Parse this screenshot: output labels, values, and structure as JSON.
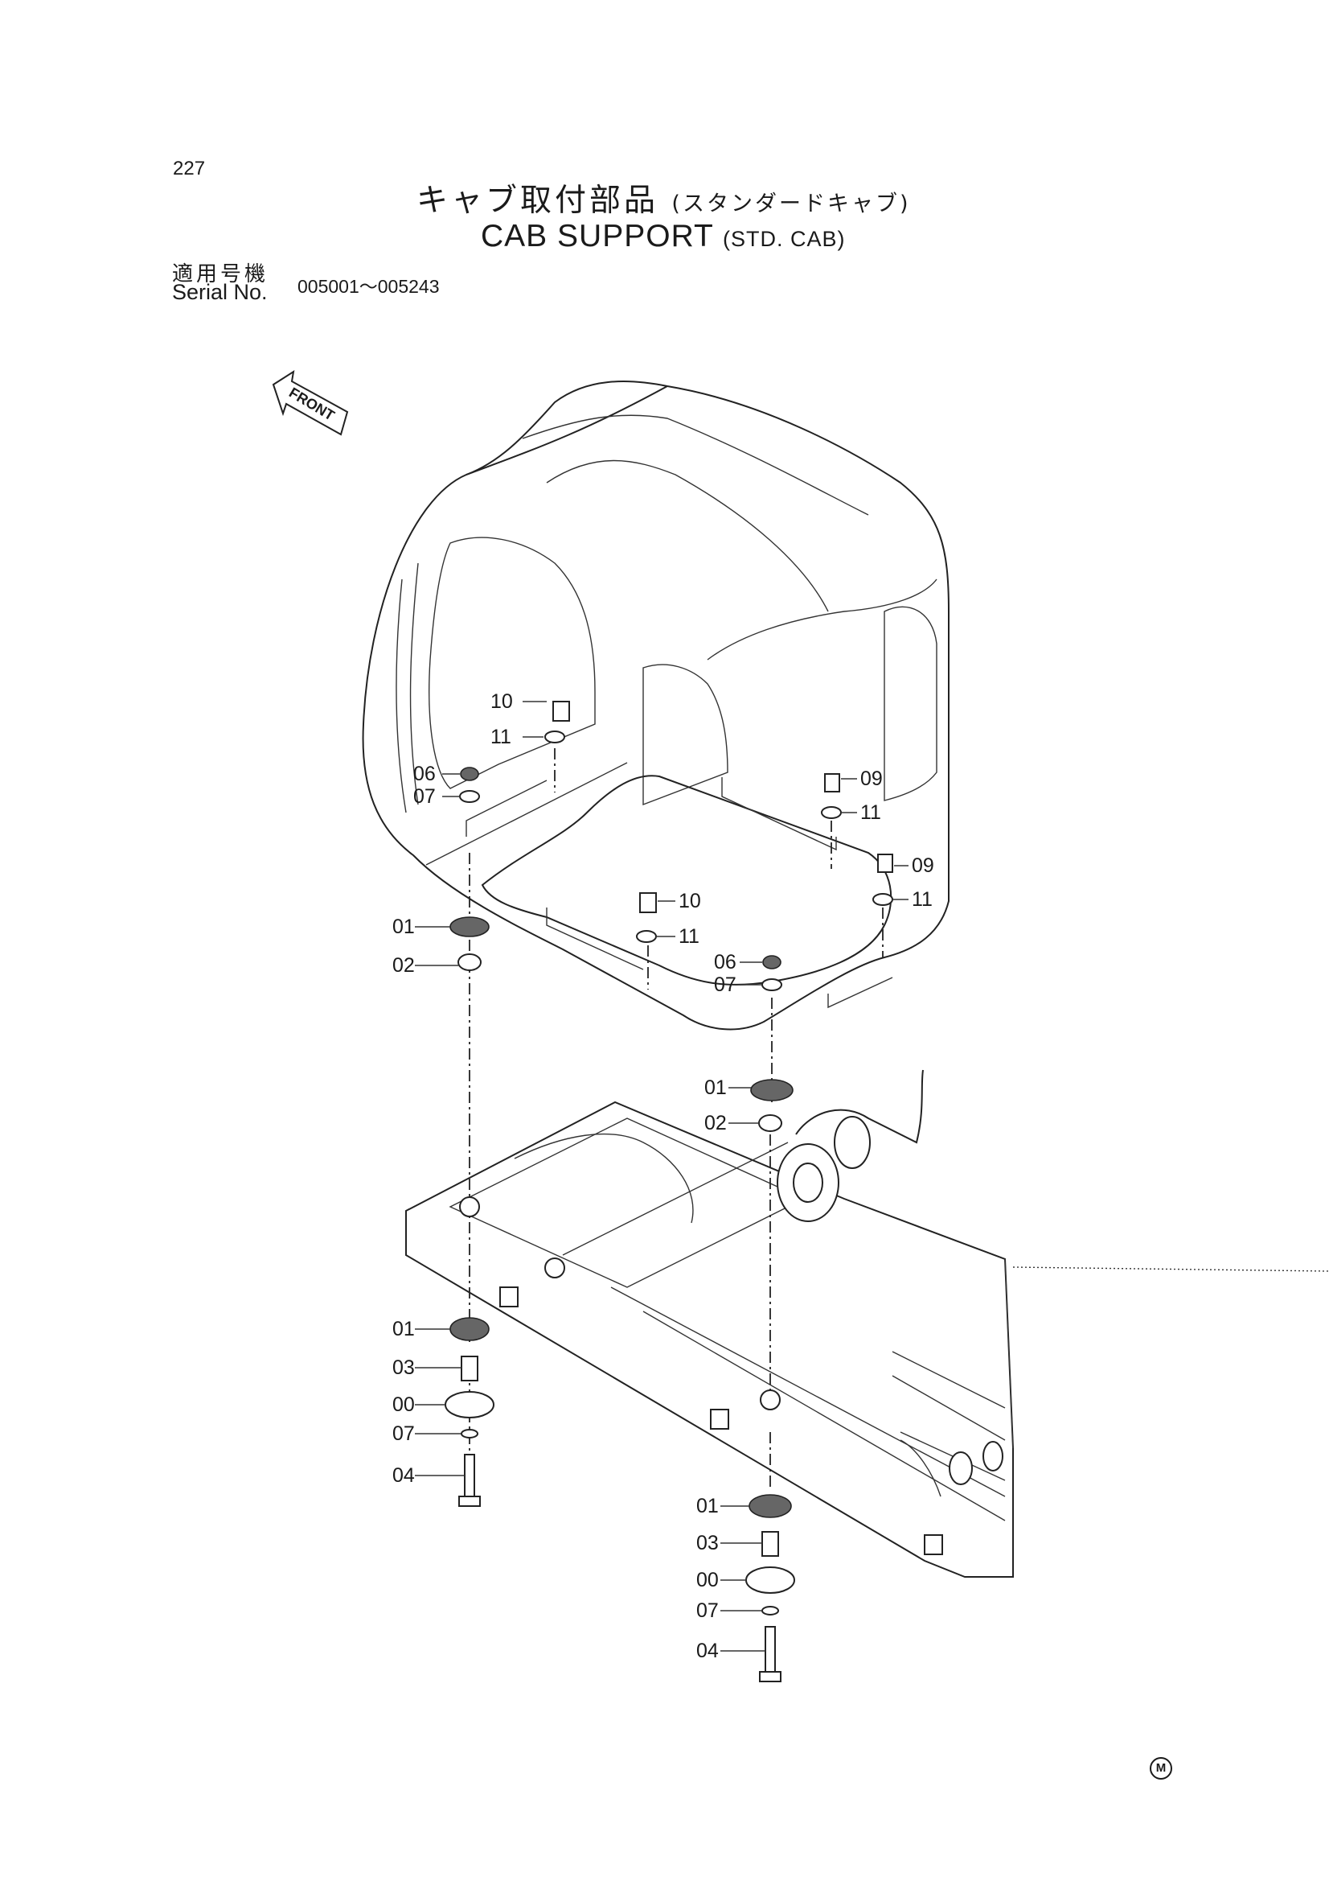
{
  "page_number": "227",
  "title": {
    "jp": "キャブ取付部品",
    "jp_sub": "(スタンダードキャブ)",
    "en": "CAB SUPPORT",
    "en_sub": "(STD. CAB)"
  },
  "serial": {
    "label_jp": "適用号機",
    "label_en": "Serial No.",
    "range": "005001～005243"
  },
  "front_label": "FRONT",
  "callouts": {
    "c10a": "10",
    "c11a": "11",
    "c06a": "06",
    "c07a": "07",
    "c09a": "09",
    "c11b": "11",
    "c09b": "09",
    "c11c": "11",
    "c10b": "10",
    "c11d": "11",
    "c06b": "06",
    "c07b": "07",
    "c01a": "01",
    "c02a": "02",
    "c01b": "01",
    "c02b": "02",
    "c01c": "01",
    "c03a": "03",
    "c00a": "00",
    "c07c": "07",
    "c04a": "04",
    "c01d": "01",
    "c03b": "03",
    "c00b": "00",
    "c07d": "07",
    "c04b": "04"
  },
  "mark": "M"
}
